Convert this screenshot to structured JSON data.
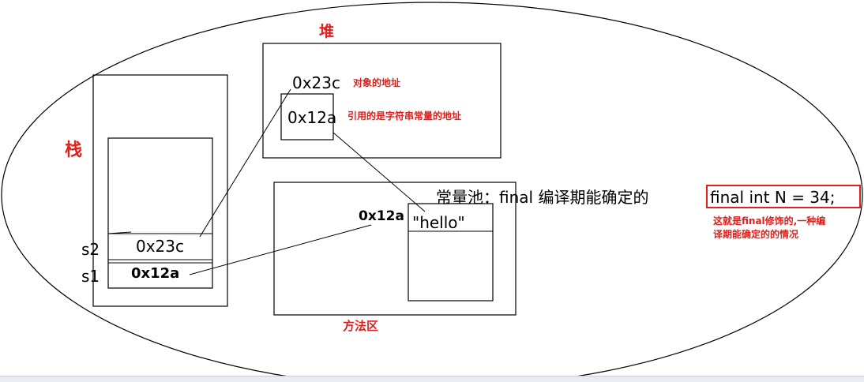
{
  "labels": {
    "heap_title": "堆",
    "stack_title": "栈",
    "method_area_title": "方法区",
    "heap_object_address": "0x23c",
    "heap_object_note": "对象的地址",
    "heap_ref_address": "0x12a",
    "heap_ref_note": "引用的是字符串常量的地址",
    "constant_pool_text": "常量池：final 编译期能确定的",
    "final_code": "final int N = 34;",
    "final_note_line1": "这就是final修饰的,一种编",
    "final_note_line2": "译期能确定的的情况",
    "pool_address": "0x12a",
    "pool_string": "\"hello\"",
    "s2_label": "s2",
    "s2_value": "0x23c",
    "s1_label": "s1",
    "s1_value": "0x12a"
  },
  "colors": {
    "annotation_red": "#e0201c",
    "line": "#000000"
  }
}
